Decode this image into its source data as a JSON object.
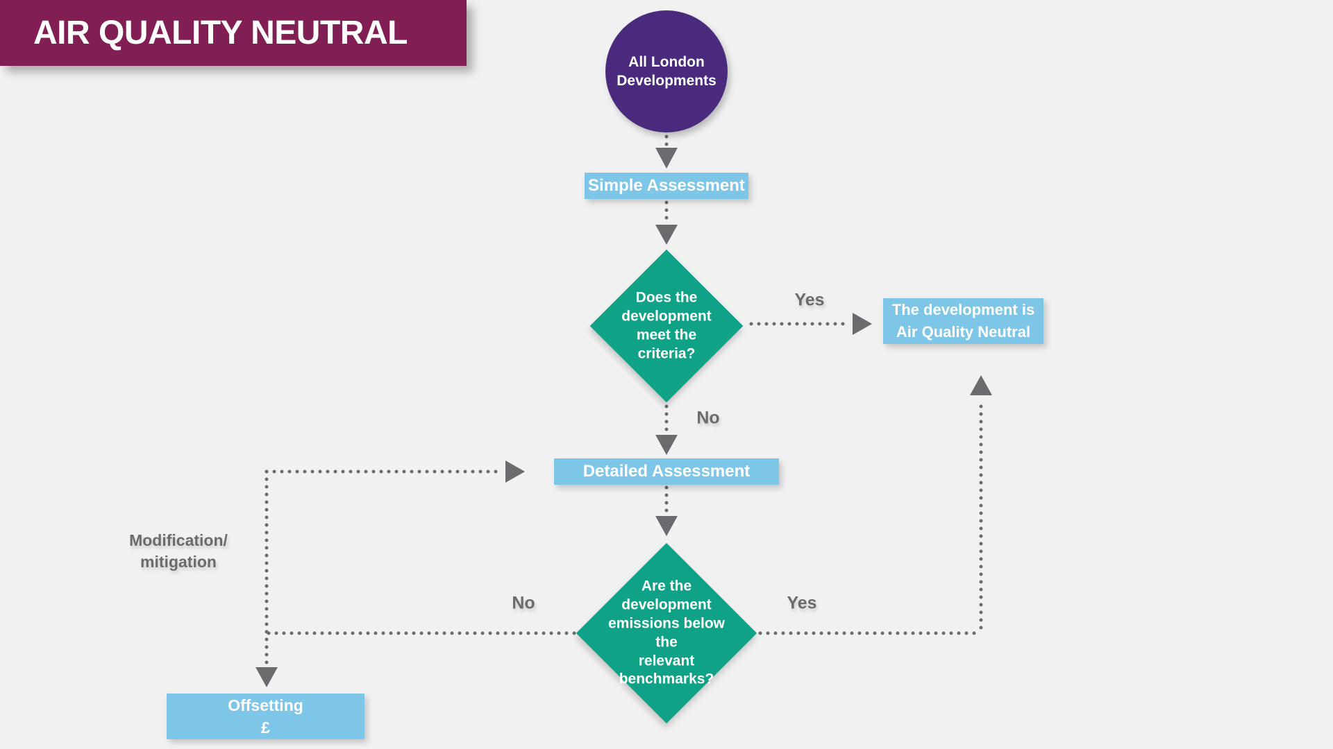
{
  "title": "AIR QUALITY NEUTRAL",
  "colors": {
    "background": "#F1F1F2",
    "banner": "#811E54",
    "circle": "#492A7C",
    "diamond": "#10A287",
    "box": "#7DC6E8",
    "connector": "#6A6B6E",
    "label_text": "#6A6B6E",
    "node_text": "#FFFFFF"
  },
  "nodes": {
    "start": {
      "label": "All London\nDevelopments"
    },
    "simple_assessment": {
      "label": "Simple Assessment"
    },
    "criteria_decision": {
      "label": "Does the\ndevelopment\nmeet the\ncriteria?"
    },
    "aqn_result": {
      "label": "The development is\nAir Quality Neutral"
    },
    "detailed_assessment": {
      "label": "Detailed Assessment"
    },
    "benchmarks_decision": {
      "label": "Are the\ndevelopment\nemissions below the\nrelevant\nbenchmarks?"
    },
    "offsetting": {
      "label": "Offsetting\n£"
    }
  },
  "edge_labels": {
    "criteria_yes": "Yes",
    "criteria_no": "No",
    "benchmarks_yes": "Yes",
    "benchmarks_no": "No",
    "modification": "Modification/\nmitigation"
  }
}
